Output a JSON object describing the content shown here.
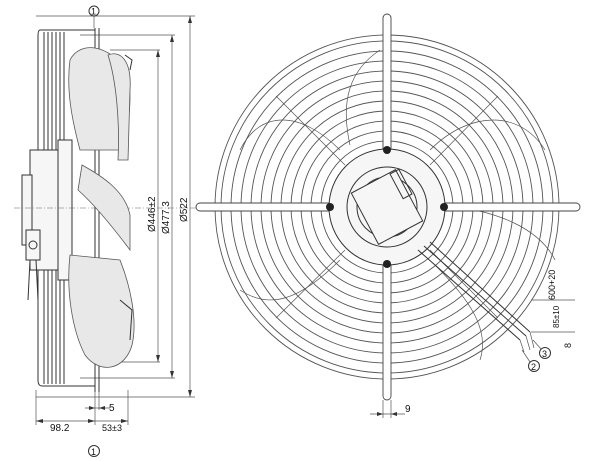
{
  "drawing": {
    "side_view": {
      "dimensions": {
        "width_total": "98.2",
        "offset": "5",
        "depth": "53±3",
        "diameter_inner": "Ø446±2",
        "diameter_mid": "Ø477.3",
        "diameter_outer": "Ø522"
      },
      "callout_top": "1",
      "callout_bottom": "1"
    },
    "front_view": {
      "dimensions": {
        "spoke_width": "9",
        "cable_length": "600+20",
        "strip_length": "85±10",
        "strip_end": "8"
      },
      "callouts": [
        "2",
        "3"
      ]
    }
  }
}
